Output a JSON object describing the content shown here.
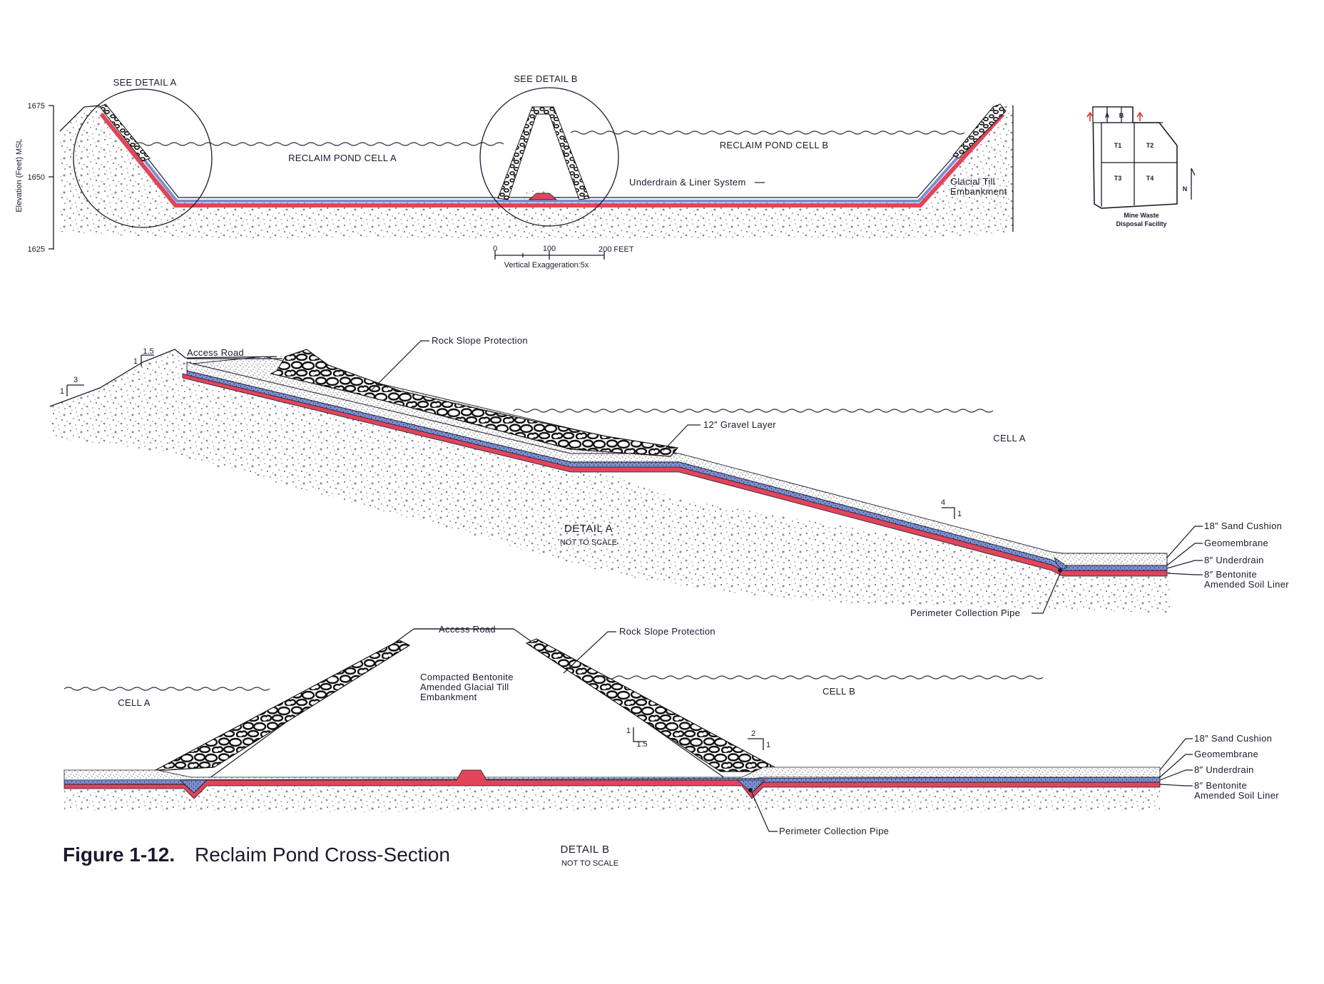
{
  "overview": {
    "y_axis_label": "Elevation (Feet) MSL",
    "y_ticks": [
      "1675",
      "1650",
      "1625"
    ],
    "see_detail_a": "SEE DETAIL A",
    "see_detail_b": "SEE DETAIL B",
    "cell_a": "RECLAIM POND CELL A",
    "cell_b": "RECLAIM POND CELL B",
    "underdrain": "Underdrain & Liner System",
    "glacial_till_1": "Glacial Till",
    "glacial_till_2": "Embankment",
    "scale_ticks": [
      "0",
      "100",
      "200 FEET"
    ],
    "scale_note": "Vertical Exaggeration:5x"
  },
  "key_map": {
    "cells": [
      "A",
      "B",
      "T1",
      "T2",
      "T3",
      "T4"
    ],
    "caption_1": "Mine Waste",
    "caption_2": "Disposal Facility",
    "north": "N"
  },
  "detail_a": {
    "rock_slope": "Rock Slope Protection",
    "access_road": "Access Road",
    "gravel": "12″ Gravel Layer",
    "cell": "CELL A",
    "slope_1_run": "1.5",
    "slope_1_rise": "1",
    "slope_2_run": "3",
    "slope_2_rise": "1",
    "slope_3_run": "4",
    "slope_3_rise": "1",
    "layers": [
      "18″ Sand Cushion",
      "Geomembrane",
      "8″ Underdrain",
      "8″ Bentonite",
      "Amended Soil Liner"
    ],
    "pipe": "Perimeter Collection Pipe",
    "title": "DETAIL A",
    "subtitle": "NOT TO SCALE"
  },
  "detail_b": {
    "access_road": "Access Road",
    "rock_slope": "Rock Slope Protection",
    "embankment_1": "Compacted Bentonite",
    "embankment_2": "Amended Glacial Till",
    "embankment_3": "Embankment",
    "cell_a": "CELL A",
    "cell_b": "CELL B",
    "slope_1_rise": "1",
    "slope_1_run": "1.5",
    "slope_2_run": "2",
    "slope_2_rise": "1",
    "layers": [
      "18″ Sand Cushion",
      "Geomembrane",
      "8″ Underdrain",
      "8″ Bentonite",
      "Amended Soil Liner"
    ],
    "pipe": "Perimeter Collection Pipe",
    "title": "DETAIL B",
    "subtitle": "NOT TO SCALE"
  },
  "caption": {
    "number": "Figure 1-12.",
    "title": "Reclaim Pond Cross-Section"
  },
  "colors": {
    "liner_red": "#e0455a",
    "underdrain_blue": "#7b8fd0",
    "ink": "#1a1a2e"
  }
}
